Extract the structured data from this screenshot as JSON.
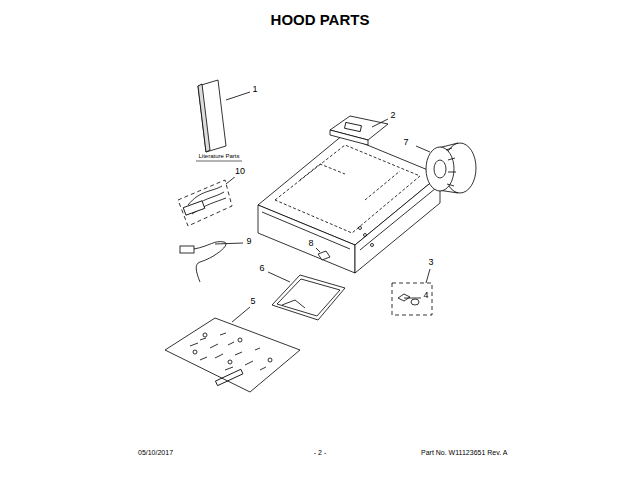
{
  "diagram": {
    "title": "HOOD PARTS",
    "labels": [
      "1",
      "Literature Parts",
      "2",
      "7",
      "10",
      "9",
      "8",
      "6",
      "3",
      "4",
      "5",
      "05/10/2017",
      "- 2 -",
      "Part No. W11123651 Rev. A"
    ]
  }
}
